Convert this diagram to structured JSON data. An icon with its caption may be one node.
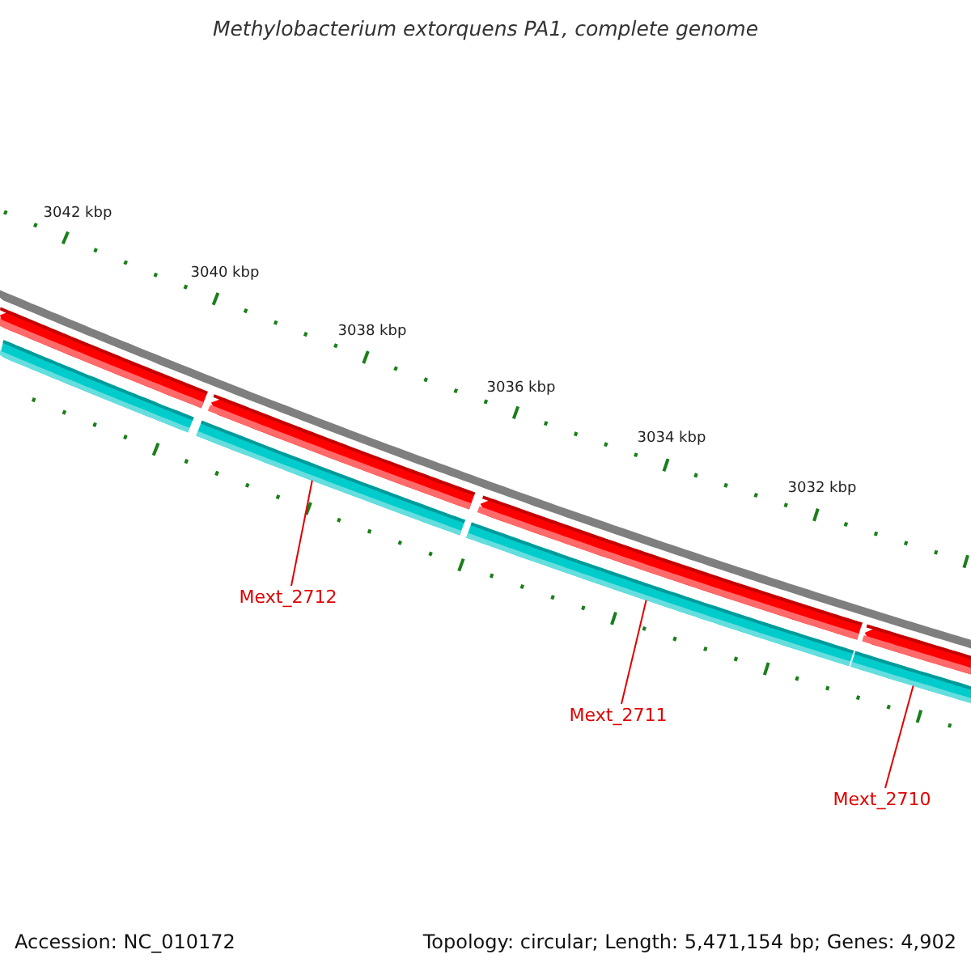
{
  "diagram": {
    "title": "Methylobacterium extorquens PA1, complete genome",
    "nodes": [
      {
        "text": [],
        "shape": "arrow"
      },
      {
        "text": [],
        "shape": "arrow"
      },
      {
        "text": [],
        "shape": "arrow"
      },
      {
        "text": [],
        "shape": "arrow"
      },
      {
        "text": [],
        "shape": "bar"
      },
      {
        "text": [],
        "shape": "bar"
      },
      {
        "text": [],
        "shape": "bar"
      },
      {
        "text": [],
        "shape": "bar"
      },
      {
        "text": [
          "Mext_2712"
        ]
      },
      {
        "text": [
          "Mext_2711"
        ]
      },
      {
        "text": [
          "Mext_2710"
        ]
      }
    ],
    "edges": [
      {
        "from": 8,
        "to": 5,
        "arrow": "none"
      },
      {
        "from": 9,
        "to": 6,
        "arrow": "none"
      },
      {
        "from": 10,
        "to": 7,
        "arrow": "none"
      }
    ],
    "labels": [
      "3042 kbp",
      "3040 kbp",
      "3038 kbp",
      "3036 kbp",
      "3034 kbp",
      "3032 kbp",
      "Accession: NC_010172",
      "Topology: circular; Length: 5,471,154 bp; Genes: 4,902"
    ]
  }
}
